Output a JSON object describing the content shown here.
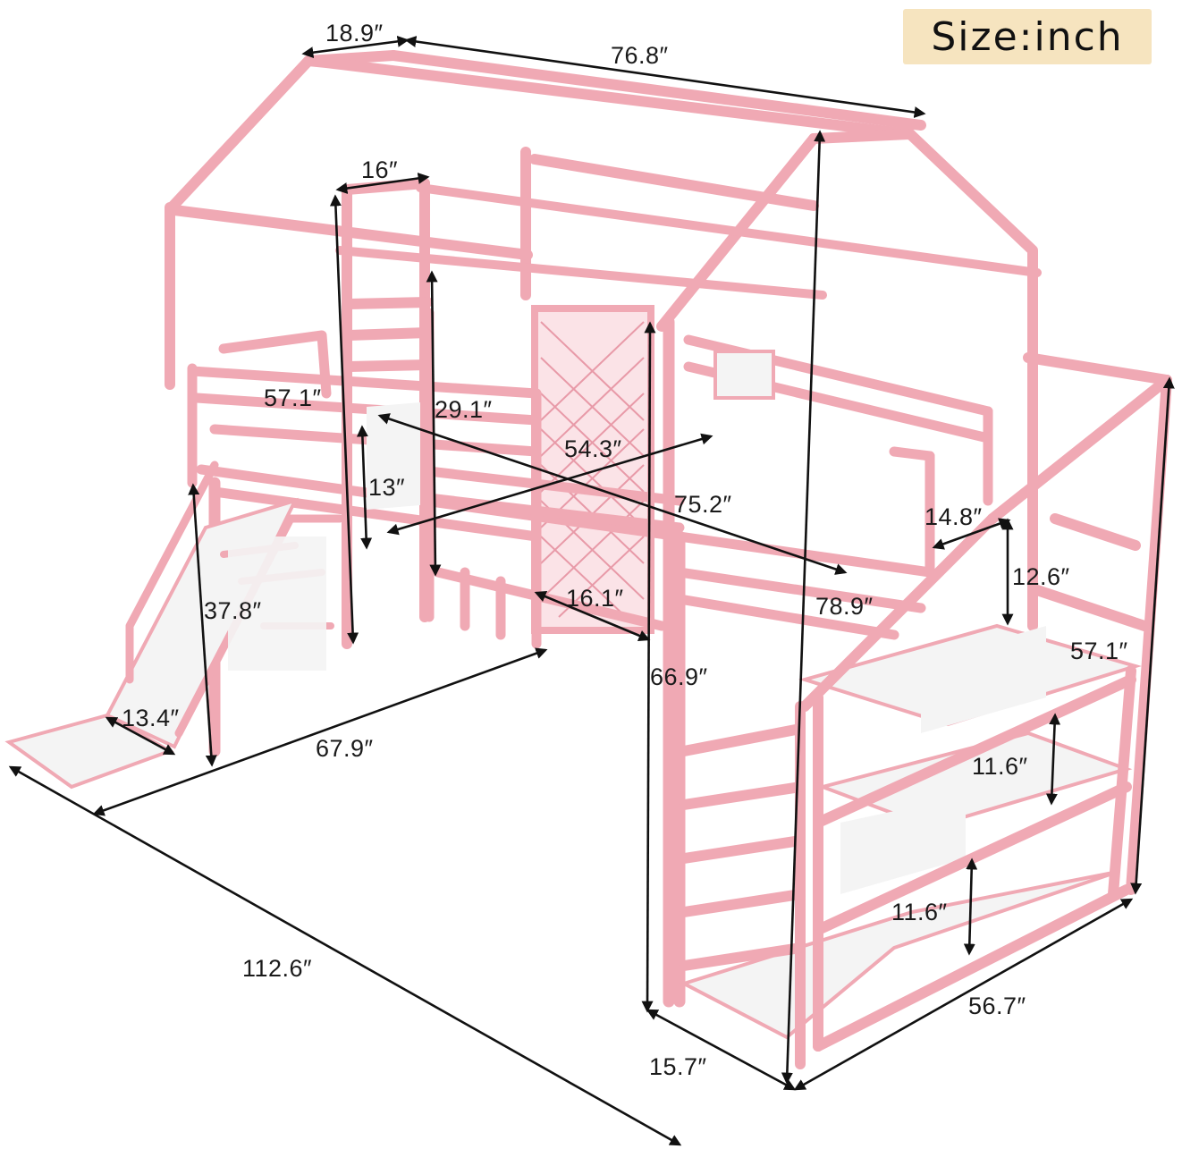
{
  "size_badge": "Size:inch",
  "dimensions": {
    "roof_width": "18.9″",
    "roof_length": "76.8″",
    "door_width": "16″",
    "guardrail_height_left": "57.1″",
    "inner_post_height": "29.1″",
    "bed_width": "54.3″",
    "rail_height": "13″",
    "bed_length": "75.2″",
    "stair_rail_gap": "14.8″",
    "stair_top_rise": "12.6″",
    "stair_height_right": "57.1″",
    "entry_gap": "16.1″",
    "deck_length": "78.9″",
    "slide_height": "37.8″",
    "total_height": "66.9″",
    "slide_width": "13.4″",
    "under_clearance_length": "67.9″",
    "step_rise_upper": "11.6″",
    "step_rise_lower": "11.6″",
    "overall_length": "112.6″",
    "stair_depth": "15.7″",
    "stair_length": "56.7″"
  },
  "colors": {
    "frame": "#f0a9b4",
    "panels": "#f4f4f4",
    "badge": "#f6e4bf"
  }
}
